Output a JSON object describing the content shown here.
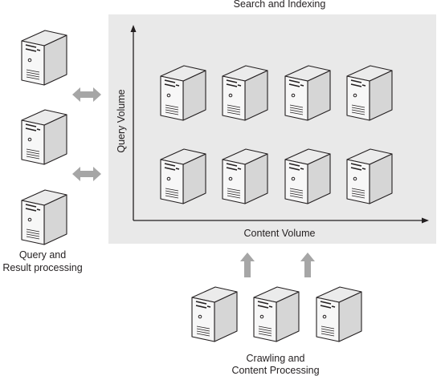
{
  "title": "Search and Indexing",
  "axes": {
    "y_label": "Query Volume",
    "x_label": "Content Volume"
  },
  "left_group": {
    "label_line1": "Query and",
    "label_line2": "Result processing"
  },
  "bottom_group": {
    "label_line1": "Crawling and",
    "label_line2": "Content Processing"
  },
  "colors": {
    "panel": "#e9e9e9",
    "server_front": "#f7f7f7",
    "server_side": "#d6d6d6",
    "server_top": "#ebebeb",
    "outline": "#231f20",
    "arrow": "#a6a6a6"
  },
  "icons": [
    "server-icon",
    "double-arrow-icon",
    "up-arrow-icon"
  ]
}
